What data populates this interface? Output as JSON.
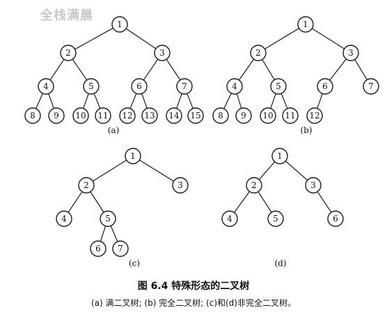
{
  "watermark": "全栈满晨",
  "figure": {
    "title": "图 6.4   特殊形态的二叉树",
    "caption": "(a) 满二叉树; (b) 完全二叉树; (c)和(d)非完全二叉树。"
  },
  "trees": [
    {
      "id": "a",
      "label": "(a)",
      "nodes": [
        "1",
        "2",
        "3",
        "4",
        "5",
        "6",
        "7",
        "8",
        "9",
        "10",
        "11",
        "12",
        "13",
        "14",
        "15"
      ],
      "edges": [
        [
          "1",
          "2"
        ],
        [
          "1",
          "3"
        ],
        [
          "2",
          "4"
        ],
        [
          "2",
          "5"
        ],
        [
          "3",
          "6"
        ],
        [
          "3",
          "7"
        ],
        [
          "4",
          "8"
        ],
        [
          "4",
          "9"
        ],
        [
          "5",
          "10"
        ],
        [
          "5",
          "11"
        ],
        [
          "6",
          "12"
        ],
        [
          "6",
          "13"
        ],
        [
          "7",
          "14"
        ],
        [
          "7",
          "15"
        ]
      ]
    },
    {
      "id": "b",
      "label": "(b)",
      "nodes": [
        "1",
        "2",
        "3",
        "4",
        "5",
        "6",
        "7",
        "8",
        "9",
        "10",
        "11",
        "12"
      ],
      "edges": [
        [
          "1",
          "2"
        ],
        [
          "1",
          "3"
        ],
        [
          "2",
          "4"
        ],
        [
          "2",
          "5"
        ],
        [
          "3",
          "6"
        ],
        [
          "3",
          "7"
        ],
        [
          "4",
          "8"
        ],
        [
          "4",
          "9"
        ],
        [
          "5",
          "10"
        ],
        [
          "5",
          "11"
        ],
        [
          "6",
          "12"
        ]
      ]
    },
    {
      "id": "c",
      "label": "(c)",
      "nodes": [
        "1",
        "2",
        "3",
        "4",
        "5",
        "6",
        "7"
      ],
      "edges": [
        [
          "1",
          "2"
        ],
        [
          "1",
          "3"
        ],
        [
          "2",
          "4"
        ],
        [
          "2",
          "5"
        ],
        [
          "5",
          "6"
        ],
        [
          "5",
          "7"
        ]
      ]
    },
    {
      "id": "d",
      "label": "(d)",
      "nodes": [
        "1",
        "2",
        "3",
        "4",
        "5",
        "6"
      ],
      "edges": [
        [
          "1",
          "2"
        ],
        [
          "1",
          "3"
        ],
        [
          "2",
          "4"
        ],
        [
          "2",
          "5"
        ],
        [
          "3",
          "6"
        ]
      ]
    }
  ]
}
